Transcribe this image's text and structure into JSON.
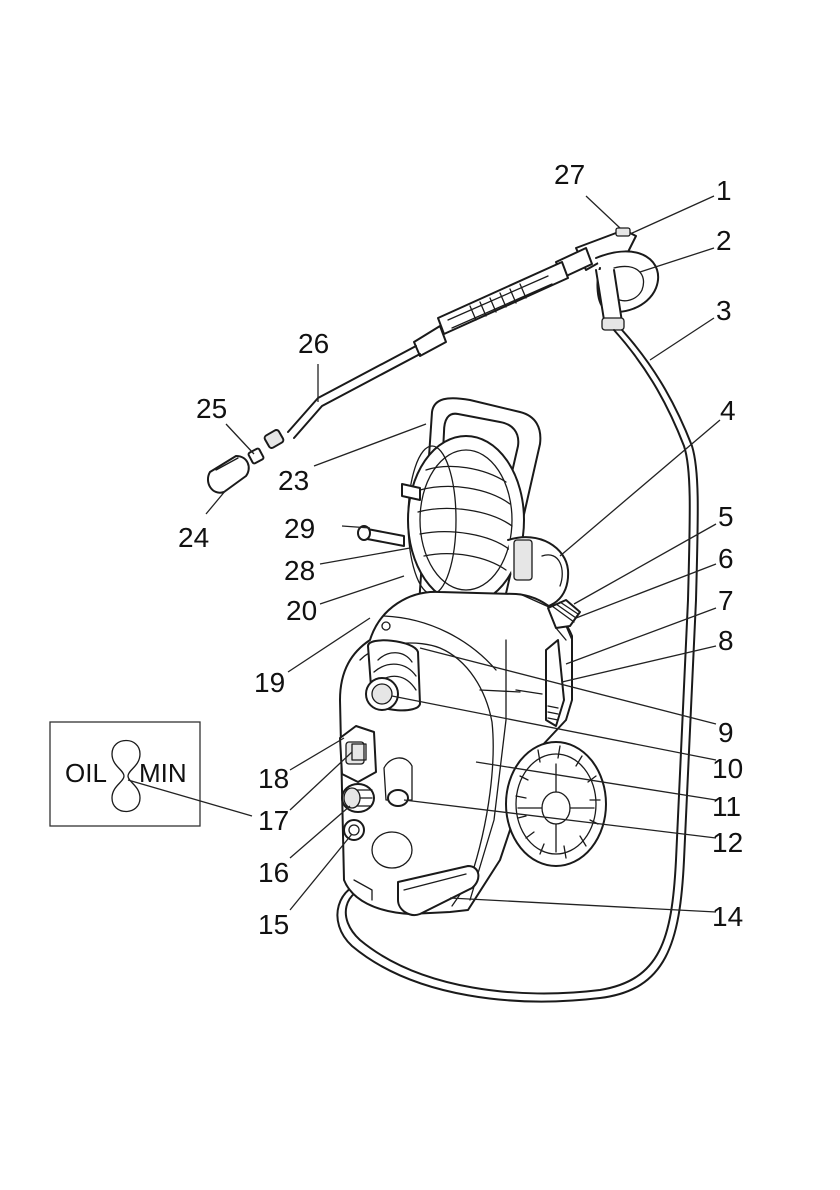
{
  "part_labels": [
    "27",
    "1",
    "2",
    "3",
    "26",
    "25",
    "4",
    "23",
    "24",
    "29",
    "5",
    "28",
    "6",
    "20",
    "7",
    "8",
    "19",
    "9",
    "10",
    "18",
    "11",
    "17",
    "12",
    "16",
    "14",
    "15"
  ],
  "inset": {
    "left_text": "OIL",
    "right_text": "MIN"
  }
}
